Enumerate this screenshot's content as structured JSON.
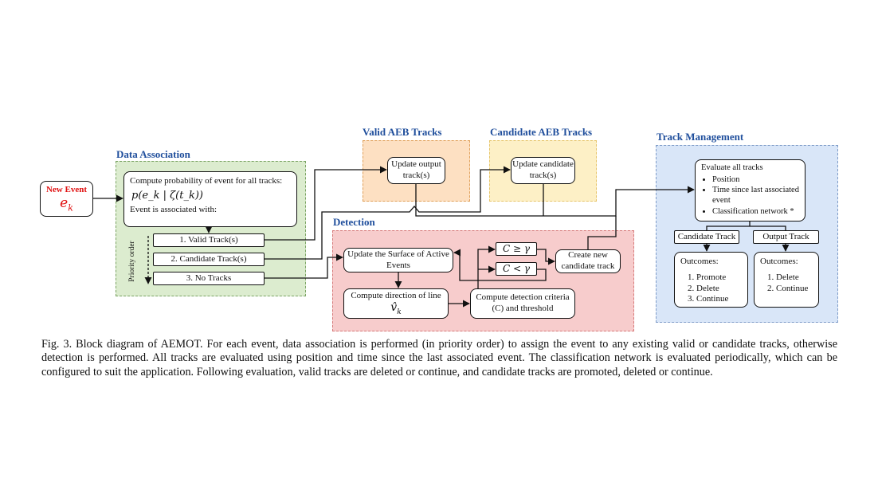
{
  "new_event": {
    "label": "New Event",
    "symbol": "e",
    "subscript": "k"
  },
  "regions": {
    "data_association": "Data Association",
    "valid_tracks": "Valid AEB Tracks",
    "candidate_tracks": "Candidate AEB Tracks",
    "detection": "Detection",
    "track_management": "Track Management"
  },
  "data_association": {
    "compute_text": "Compute probability of event for all tracks:",
    "probability_formula": "p(e_k | ζ(t_k))",
    "assoc_text": "Event is associated with:",
    "priority_label": "Priority order",
    "options": [
      "1. Valid Track(s)",
      "2. Candidate Track(s)",
      "3. No Tracks"
    ]
  },
  "valid": {
    "update": "Update output track(s)"
  },
  "candidate": {
    "update": "Update candidate track(s)"
  },
  "detection": {
    "update_surface": "Update the Surface of Active Events",
    "compute_direction": "Compute direction of line",
    "direction_symbol": "v̂",
    "direction_subscript": "k",
    "criteria": "Compute detection criteria (C) and threshold",
    "cond_ge": "C ≥ γ",
    "cond_lt": "C < γ",
    "create": "Create new candidate track"
  },
  "track_management": {
    "evaluate": "Evaluate all tracks",
    "criteria": [
      "Position",
      "Time since last associated event",
      "Classification network *"
    ],
    "candidate_label": "Candidate Track",
    "output_label": "Output Track",
    "candidate_outcomes_title": "Outcomes:",
    "candidate_outcomes": [
      "Promote",
      "Delete",
      "Continue"
    ],
    "output_outcomes_title": "Outcomes:",
    "output_outcomes": [
      "Delete",
      "Continue"
    ]
  },
  "caption": "Fig. 3.   Block diagram of AEMOT. For each event, data association is performed (in priority order) to assign the event to any existing valid or candidate tracks, otherwise detection is performed. All tracks are evaluated using position and time since the last associated event. The classification network is evaluated periodically, which can be configured to suit the application. Following evaluation, valid tracks are deleted or continue, and candidate tracks are promoted, deleted or continue."
}
